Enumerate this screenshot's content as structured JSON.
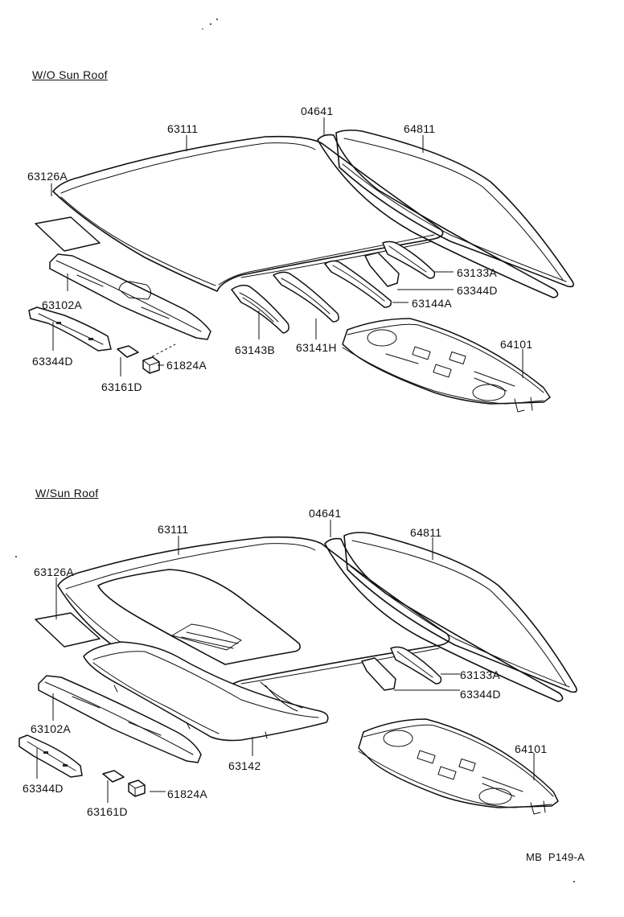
{
  "sections": [
    {
      "title": "W/O Sun Roof",
      "labels": {
        "p63111": "63111",
        "p04641": "04641",
        "p64811": "64811",
        "p63126a": "63126A",
        "p63102a": "63102A",
        "p63344d_left": "63344D",
        "p63161d": "63161D",
        "p61824a": "61824A",
        "p63143b": "63143B",
        "p63141h": "63141H",
        "p63144a": "63144A",
        "p63133a": "63133A",
        "p63344d_right": "63344D",
        "p64101": "64101"
      }
    },
    {
      "title": "W/Sun Roof",
      "labels": {
        "p63111": "63111",
        "p04641": "04641",
        "p64811": "64811",
        "p63126a": "63126A",
        "p63102a": "63102A",
        "p63344d_left": "63344D",
        "p63161d": "63161D",
        "p61824a": "61824A",
        "p63142": "63142",
        "p63133a": "63133A",
        "p63344d_right": "63344D",
        "p64101": "64101"
      }
    }
  ],
  "reference": "MB  P149-A"
}
